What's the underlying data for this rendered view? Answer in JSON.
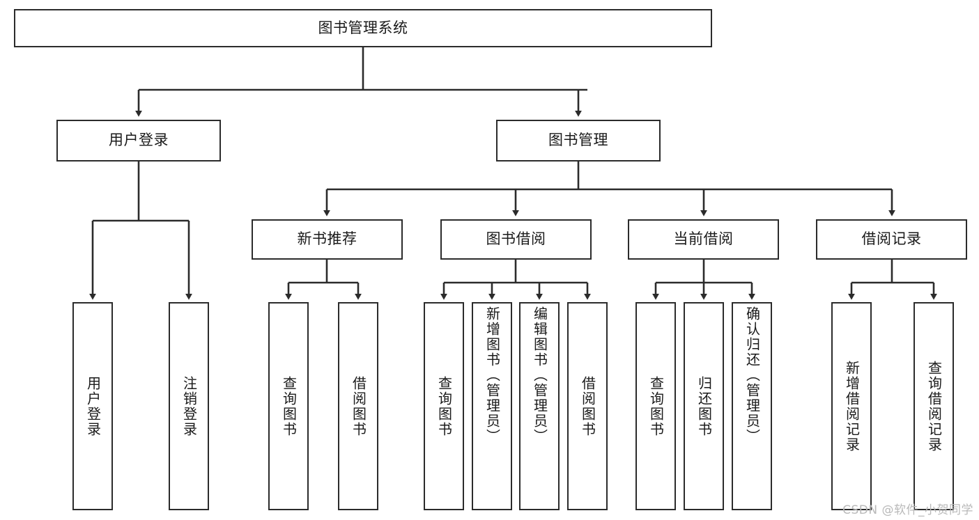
{
  "diagram": {
    "type": "tree-hierarchy-chart",
    "title": "图书管理系统",
    "orientation": "top-down",
    "colors": {
      "box_border": "#2b2b2b",
      "box_fill": "#ffffff",
      "connector": "#2b2b2b",
      "canvas": "#ffffff",
      "watermark": "#b9b9b9"
    },
    "root": {
      "label": "图书管理系统"
    },
    "level2": [
      {
        "label": "用户登录"
      },
      {
        "label": "图书管理"
      }
    ],
    "level3": [
      {
        "label": "新书推荐"
      },
      {
        "label": "图书借阅"
      },
      {
        "label": "当前借阅"
      },
      {
        "label": "借阅记录"
      }
    ],
    "leaves": {
      "user_login": [
        {
          "label": "用户登录"
        },
        {
          "label": "注销登录"
        }
      ],
      "new_book_recommend": [
        {
          "label": "查询图书"
        },
        {
          "label": "借阅图书"
        }
      ],
      "book_borrow": [
        {
          "label": "查询图书"
        },
        {
          "label": "新增图书（管理员）"
        },
        {
          "label": "编辑图书（管理员）"
        },
        {
          "label": "借阅图书"
        }
      ],
      "current_borrow": [
        {
          "label": "查询图书"
        },
        {
          "label": "归还图书"
        },
        {
          "label": "确认归还（管理员）"
        }
      ],
      "borrow_record": [
        {
          "label": "新增借阅记录"
        },
        {
          "label": "查询借阅记录"
        }
      ]
    },
    "watermark": "CSDN @软件_小贺同学"
  }
}
